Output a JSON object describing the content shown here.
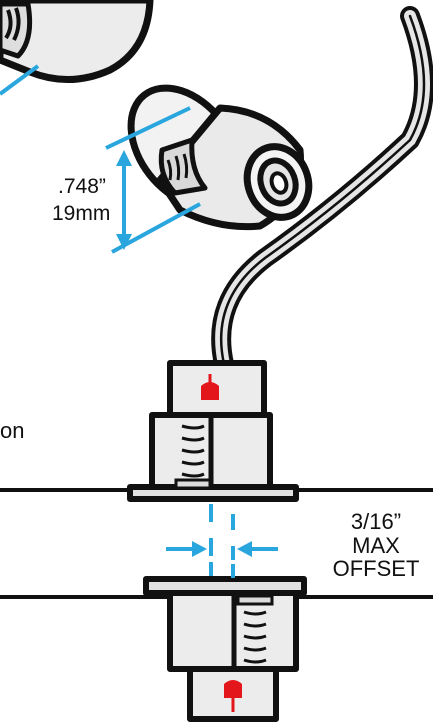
{
  "dimension_label_inches": ".748”",
  "dimension_label_mm": "19mm",
  "left_partial_text": "on",
  "offset_label": {
    "line1": "3/16”",
    "line2": "MAX",
    "line3": "OFFSET"
  },
  "colors": {
    "outline": "#111111",
    "body_fill": "#eeeeee",
    "dimension_blue": "#2aa6df",
    "indicator_red": "#e3161b"
  }
}
